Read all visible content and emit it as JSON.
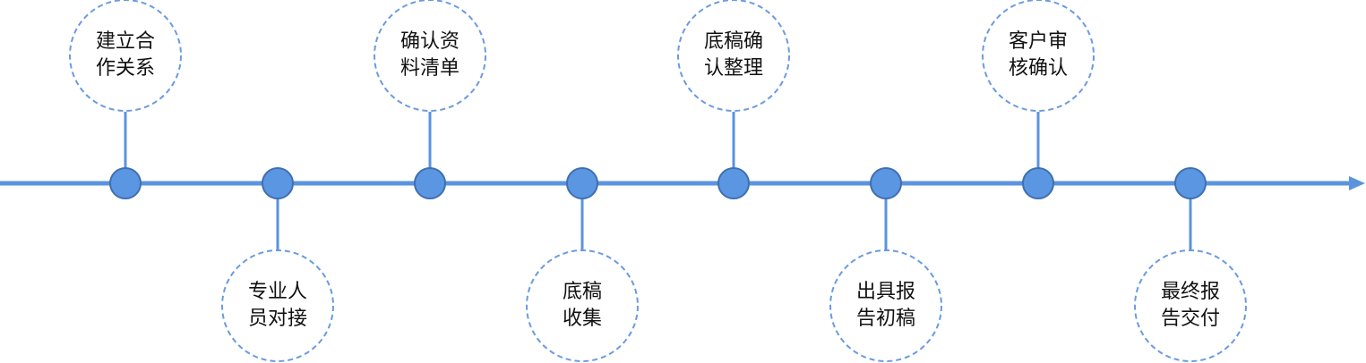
{
  "colors": {
    "line": "#5b93df",
    "node_fill": "#5b96e2",
    "node_stroke": "#3f6fb0",
    "dash": "#6a9be0"
  },
  "steps": [
    {
      "lines": [
        "建立合",
        "作关系"
      ],
      "side": "top"
    },
    {
      "lines": [
        "专业人",
        "员对接"
      ],
      "side": "bottom"
    },
    {
      "lines": [
        "确认资",
        "料清单"
      ],
      "side": "top"
    },
    {
      "lines": [
        "底稿",
        "收集"
      ],
      "side": "bottom"
    },
    {
      "lines": [
        "底稿确",
        "认整理"
      ],
      "side": "top"
    },
    {
      "lines": [
        "出具报",
        "告初稿"
      ],
      "side": "bottom"
    },
    {
      "lines": [
        "客户审",
        "核确认"
      ],
      "side": "top"
    },
    {
      "lines": [
        "最终报",
        "告交付"
      ],
      "side": "bottom"
    }
  ]
}
